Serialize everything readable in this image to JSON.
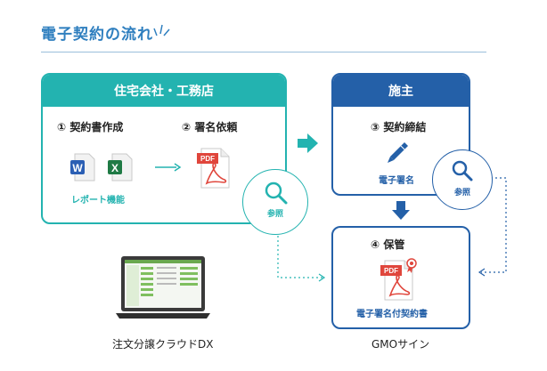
{
  "title": "電子契約の流れ",
  "left_panel": {
    "header": "住宅会社・工務店",
    "step1": "① 契約書作成",
    "step2": "② 署名依頼",
    "caption": "レポート機能",
    "word_letter": "W",
    "excel_letter": "X",
    "pdf_text": "PDF"
  },
  "right_panel": {
    "header": "施主",
    "step3": "③ 契約締結",
    "caption": "電子署名"
  },
  "storage_panel": {
    "step4": "④ 保管",
    "caption": "電子署名付契約書",
    "pdf_text": "PDF"
  },
  "reference_label": "参照",
  "bottom_left_label": "注文分譲クラウドDX",
  "bottom_right_label": "GMOサイン",
  "colors": {
    "teal": "#23b3b0",
    "blue": "#2460a8",
    "title": "#2f7fbf",
    "pdf_red": "#e0463c"
  },
  "icons": [
    "word-icon",
    "excel-icon",
    "pdf-icon",
    "pen-icon",
    "magnifier-icon",
    "laptop-icon"
  ]
}
